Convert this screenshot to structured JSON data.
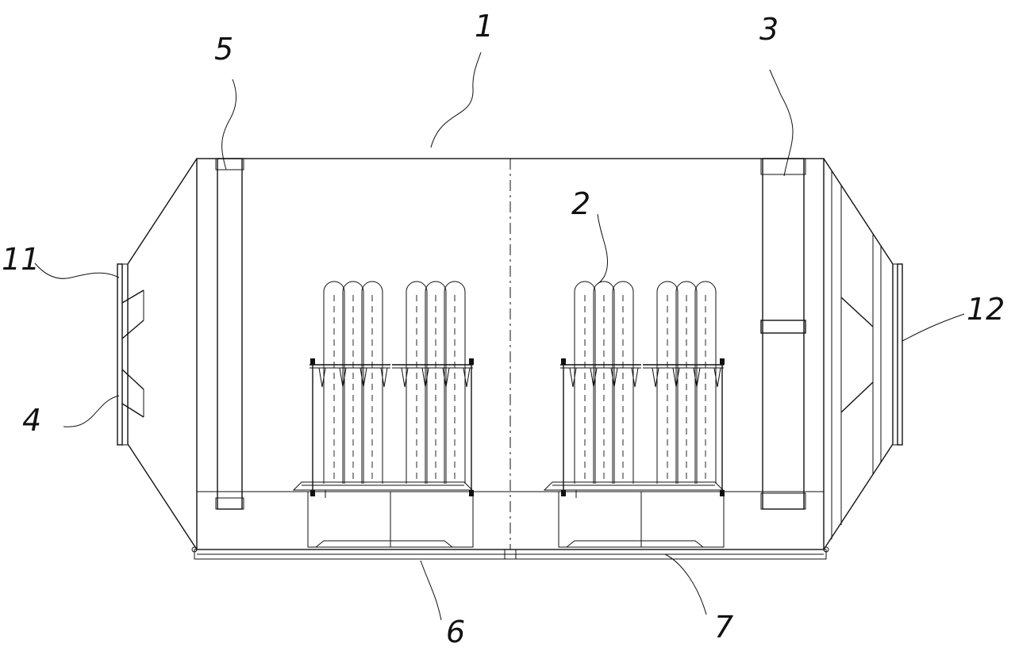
{
  "labels": [
    {
      "id": "housing",
      "text": "1"
    },
    {
      "id": "uv-lamp-module",
      "text": "2"
    },
    {
      "id": "filter-right",
      "text": "3"
    },
    {
      "id": "inlet-baffle",
      "text": "4"
    },
    {
      "id": "filter-left",
      "text": "5"
    },
    {
      "id": "base-left",
      "text": "6"
    },
    {
      "id": "base-right",
      "text": "7"
    },
    {
      "id": "inlet-flange",
      "text": "11"
    },
    {
      "id": "outlet-flange",
      "text": "12"
    }
  ]
}
